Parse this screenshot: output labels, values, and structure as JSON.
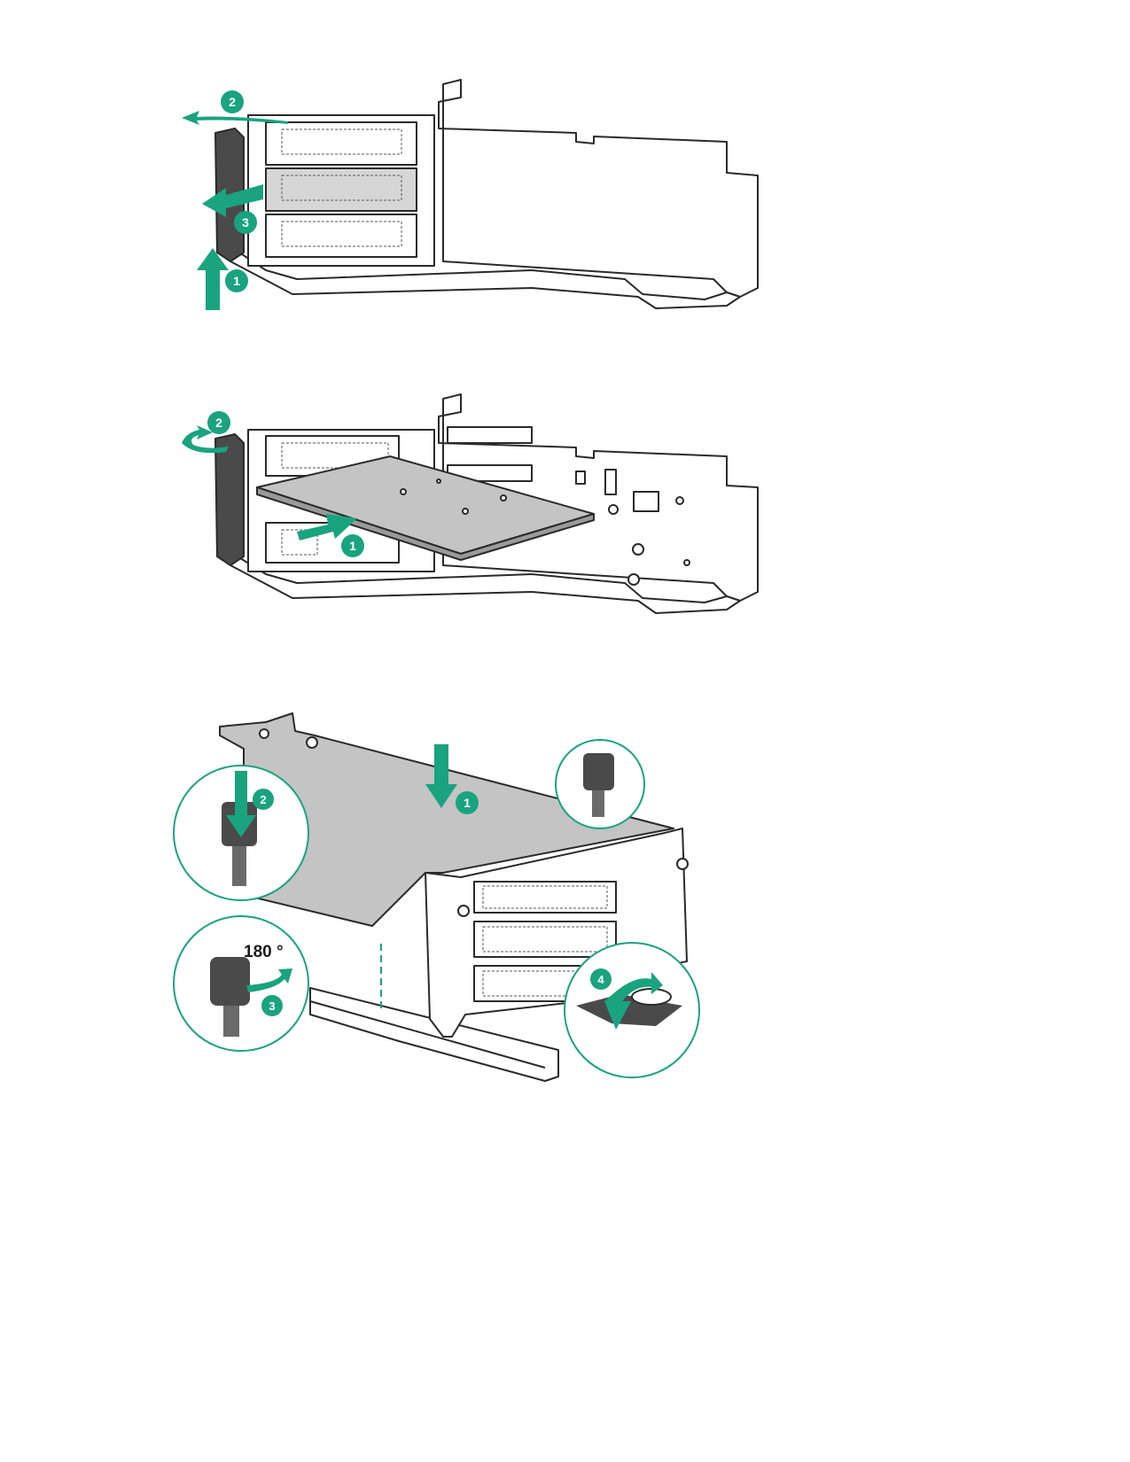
{
  "colors": {
    "accent": "#1aa37f",
    "line": "#2a2a2a",
    "part_gray": "#bdbdbd",
    "dark_part": "#4a4a4a",
    "background": "#ffffff"
  },
  "figure1": {
    "step_labels": [
      "1",
      "2",
      "3"
    ]
  },
  "figure2": {
    "step_labels": [
      "1",
      "2"
    ]
  },
  "figure3": {
    "step_labels": [
      "1",
      "2",
      "3",
      "4"
    ],
    "rotation_label": "180 °"
  },
  "icons": [
    "arrow-up-icon",
    "arrow-left-icon",
    "arrow-right-icon",
    "arrow-down-icon",
    "rotate-arrow-icon"
  ]
}
